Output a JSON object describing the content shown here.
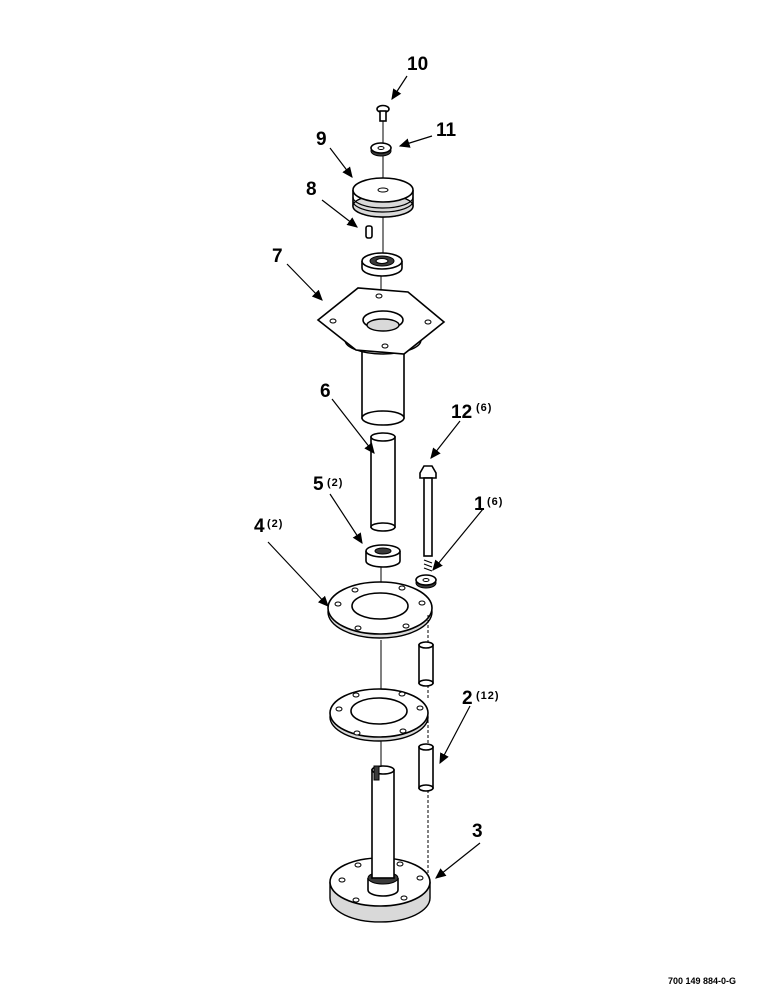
{
  "callouts": [
    {
      "id": "10",
      "label": "10",
      "qty": ""
    },
    {
      "id": "11",
      "label": "11",
      "qty": ""
    },
    {
      "id": "9",
      "label": "9",
      "qty": ""
    },
    {
      "id": "8",
      "label": "8",
      "qty": ""
    },
    {
      "id": "7",
      "label": "7",
      "qty": ""
    },
    {
      "id": "6",
      "label": "6",
      "qty": ""
    },
    {
      "id": "12",
      "label": "12",
      "qty": "(6)"
    },
    {
      "id": "5",
      "label": "5",
      "qty": "(2)"
    },
    {
      "id": "4",
      "label": "4",
      "qty": "(2)"
    },
    {
      "id": "1",
      "label": "1",
      "qty": "(6)"
    },
    {
      "id": "2",
      "label": "2",
      "qty": "(12)"
    },
    {
      "id": "3",
      "label": "3",
      "qty": ""
    }
  ],
  "drawing_code": "700 149 884-0-G"
}
